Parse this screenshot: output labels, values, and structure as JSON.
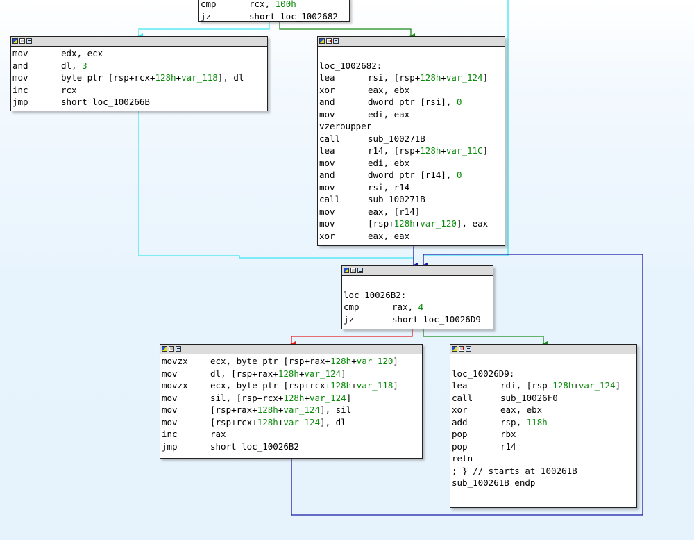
{
  "top_block": {
    "lines": [
      {
        "mnem": "cmp",
        "ops": [
          {
            "t": "rcx, "
          },
          {
            "t": "100h",
            "c": "num"
          }
        ]
      },
      {
        "mnem": "jz",
        "ops": [
          {
            "t": "short loc_1002682"
          }
        ]
      }
    ]
  },
  "blocks": [
    {
      "id": "block-left-loop",
      "lines": [
        {
          "mnem": "mov",
          "ops": [
            {
              "t": "edx, ecx"
            }
          ]
        },
        {
          "mnem": "and",
          "ops": [
            {
              "t": "dl, "
            },
            {
              "t": "3",
              "c": "num"
            }
          ]
        },
        {
          "mnem": "mov",
          "ops": [
            {
              "t": "byte ptr [rsp+rcx+"
            },
            {
              "t": "128h",
              "c": "num"
            },
            {
              "t": "+"
            },
            {
              "t": "var_118",
              "c": "var"
            },
            {
              "t": "], dl"
            }
          ]
        },
        {
          "mnem": "inc",
          "ops": [
            {
              "t": "rcx"
            }
          ]
        },
        {
          "mnem": "jmp",
          "ops": [
            {
              "t": "short loc_100266B"
            }
          ]
        }
      ]
    },
    {
      "id": "block-loc-1002682",
      "lines": [
        {
          "label": ""
        },
        {
          "label": "loc_1002682:"
        },
        {
          "mnem": "lea",
          "ops": [
            {
              "t": "rsi, [rsp+"
            },
            {
              "t": "128h",
              "c": "num"
            },
            {
              "t": "+"
            },
            {
              "t": "var_124",
              "c": "var"
            },
            {
              "t": "]"
            }
          ]
        },
        {
          "mnem": "xor",
          "ops": [
            {
              "t": "eax, ebx"
            }
          ]
        },
        {
          "mnem": "and",
          "ops": [
            {
              "t": "dword ptr [rsi], "
            },
            {
              "t": "0",
              "c": "num"
            }
          ]
        },
        {
          "mnem": "mov",
          "ops": [
            {
              "t": "edi, eax"
            }
          ]
        },
        {
          "label": "vzeroupper"
        },
        {
          "mnem": "call",
          "ops": [
            {
              "t": "sub_100271B"
            }
          ]
        },
        {
          "mnem": "lea",
          "ops": [
            {
              "t": "r14, [rsp+"
            },
            {
              "t": "128h",
              "c": "num"
            },
            {
              "t": "+"
            },
            {
              "t": "var_11C",
              "c": "var"
            },
            {
              "t": "]"
            }
          ]
        },
        {
          "mnem": "mov",
          "ops": [
            {
              "t": "edi, ebx"
            }
          ]
        },
        {
          "mnem": "and",
          "ops": [
            {
              "t": "dword ptr [r14], "
            },
            {
              "t": "0",
              "c": "num"
            }
          ]
        },
        {
          "mnem": "mov",
          "ops": [
            {
              "t": "rsi, r14"
            }
          ]
        },
        {
          "mnem": "call",
          "ops": [
            {
              "t": "sub_100271B"
            }
          ]
        },
        {
          "mnem": "mov",
          "ops": [
            {
              "t": "eax, [r14]"
            }
          ]
        },
        {
          "mnem": "mov",
          "ops": [
            {
              "t": "[rsp+"
            },
            {
              "t": "128h",
              "c": "num"
            },
            {
              "t": "+"
            },
            {
              "t": "var_120",
              "c": "var"
            },
            {
              "t": "], eax"
            }
          ]
        },
        {
          "mnem": "xor",
          "ops": [
            {
              "t": "eax, eax"
            }
          ]
        }
      ]
    },
    {
      "id": "block-loc-10026B2",
      "lines": [
        {
          "label": ""
        },
        {
          "label": "loc_10026B2:"
        },
        {
          "mnem": "cmp",
          "ops": [
            {
              "t": "rax, "
            },
            {
              "t": "4",
              "c": "num"
            }
          ]
        },
        {
          "mnem": "jz",
          "ops": [
            {
              "t": "short loc_10026D9"
            }
          ]
        }
      ]
    },
    {
      "id": "block-swap-loop",
      "lines": [
        {
          "mnem": "movzx",
          "ops": [
            {
              "t": "ecx, byte ptr [rsp+rax+"
            },
            {
              "t": "128h",
              "c": "num"
            },
            {
              "t": "+"
            },
            {
              "t": "var_120",
              "c": "var"
            },
            {
              "t": "]"
            }
          ]
        },
        {
          "mnem": "mov",
          "ops": [
            {
              "t": "dl, [rsp+rax+"
            },
            {
              "t": "128h",
              "c": "num"
            },
            {
              "t": "+"
            },
            {
              "t": "var_124",
              "c": "var"
            },
            {
              "t": "]"
            }
          ]
        },
        {
          "mnem": "movzx",
          "ops": [
            {
              "t": "ecx, byte ptr [rsp+rcx+"
            },
            {
              "t": "128h",
              "c": "num"
            },
            {
              "t": "+"
            },
            {
              "t": "var_118",
              "c": "var"
            },
            {
              "t": "]"
            }
          ]
        },
        {
          "mnem": "mov",
          "ops": [
            {
              "t": "sil, [rsp+rcx+"
            },
            {
              "t": "128h",
              "c": "num"
            },
            {
              "t": "+"
            },
            {
              "t": "var_124",
              "c": "var"
            },
            {
              "t": "]"
            }
          ]
        },
        {
          "mnem": "mov",
          "ops": [
            {
              "t": "[rsp+rax+"
            },
            {
              "t": "128h",
              "c": "num"
            },
            {
              "t": "+"
            },
            {
              "t": "var_124",
              "c": "var"
            },
            {
              "t": "], sil"
            }
          ]
        },
        {
          "mnem": "mov",
          "ops": [
            {
              "t": "[rsp+rcx+"
            },
            {
              "t": "128h",
              "c": "num"
            },
            {
              "t": "+"
            },
            {
              "t": "var_124",
              "c": "var"
            },
            {
              "t": "], dl"
            }
          ]
        },
        {
          "mnem": "inc",
          "ops": [
            {
              "t": "rax"
            }
          ]
        },
        {
          "mnem": "jmp",
          "ops": [
            {
              "t": "short loc_10026B2"
            }
          ]
        }
      ]
    },
    {
      "id": "block-loc-10026D9",
      "lines": [
        {
          "label": ""
        },
        {
          "label": "loc_10026D9:"
        },
        {
          "mnem": "lea",
          "ops": [
            {
              "t": "rdi, [rsp+"
            },
            {
              "t": "128h",
              "c": "num"
            },
            {
              "t": "+"
            },
            {
              "t": "var_124",
              "c": "var"
            },
            {
              "t": "]"
            }
          ]
        },
        {
          "mnem": "call",
          "ops": [
            {
              "t": "sub_10026F0"
            }
          ]
        },
        {
          "mnem": "xor",
          "ops": [
            {
              "t": "eax, ebx"
            }
          ]
        },
        {
          "mnem": "add",
          "ops": [
            {
              "t": "rsp, "
            },
            {
              "t": "118h",
              "c": "num"
            }
          ]
        },
        {
          "mnem": "pop",
          "ops": [
            {
              "t": "rbx"
            }
          ]
        },
        {
          "mnem": "pop",
          "ops": [
            {
              "t": "r14"
            }
          ]
        },
        {
          "label": "retn"
        },
        {
          "label": "; } // starts at 100261B"
        },
        {
          "label": "sub_100261B endp"
        }
      ]
    }
  ],
  "colors": {
    "edge_unconditional": "#1a1aa8",
    "edge_true": "#1a8a1a",
    "edge_false": "#e02020",
    "edge_highlight": "#3ee6f0",
    "number": "#0a8a0a",
    "header_bg": "#dcdcdc"
  },
  "icons": [
    "color-node-icon",
    "graph-node-icon",
    "text-node-icon"
  ]
}
